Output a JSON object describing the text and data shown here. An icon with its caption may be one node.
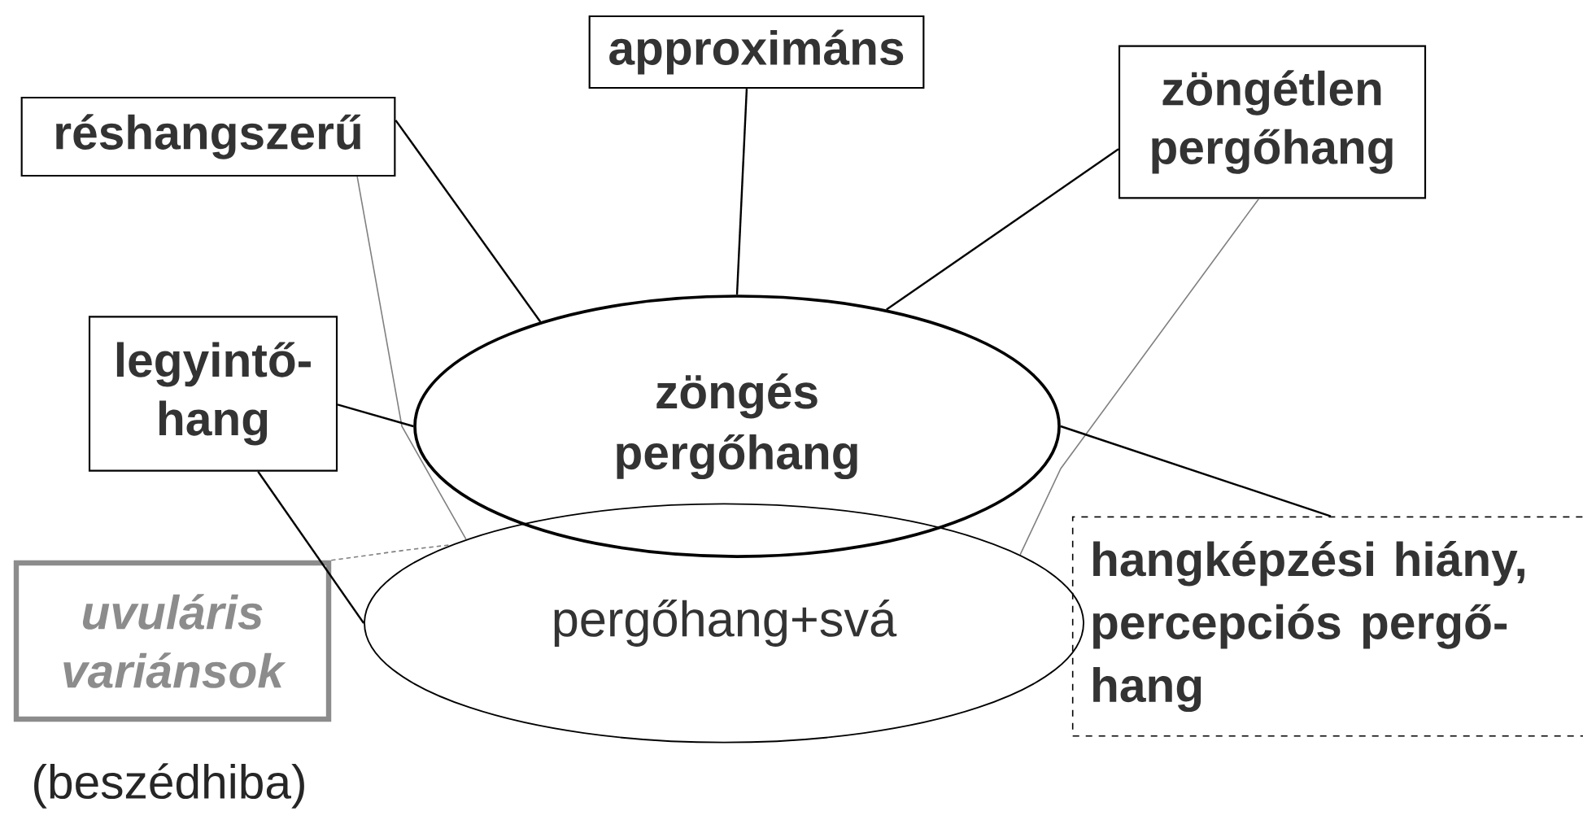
{
  "diagram": {
    "nodes": [
      {
        "text": [
          "approximáns"
        ]
      },
      {
        "text": [
          "réshangszerű"
        ]
      },
      {
        "text": [
          "zöngétlen pergőhang"
        ]
      },
      {
        "text": [
          "zöngés pergőhang"
        ]
      },
      {
        "text": [
          "legyintő-hang"
        ]
      },
      {
        "text": [
          "uvuláris variánsok"
        ],
        "beside": [
          "(beszédhiba)"
        ]
      },
      {
        "text": [
          "pergőhang+svá"
        ]
      },
      {
        "text": [
          "hangképzési hiány, percepciós pergő-hang"
        ]
      }
    ],
    "edges": [
      {
        "from": 0,
        "to": 3,
        "arrow": "none"
      },
      {
        "from": 1,
        "to": 3,
        "arrow": "none"
      },
      {
        "from": 1,
        "to": 6,
        "arrow": "none",
        "color": "#808080"
      },
      {
        "from": 2,
        "to": 3,
        "arrow": "none"
      },
      {
        "from": 2,
        "to": 6,
        "arrow": "none",
        "color": "#808080"
      },
      {
        "from": 4,
        "to": 3,
        "arrow": "none"
      },
      {
        "from": 4,
        "to": 6,
        "arrow": "none"
      },
      {
        "from": 7,
        "to": 3,
        "arrow": "none"
      },
      {
        "from": 5,
        "to": 6,
        "arrow": "none",
        "style": "dashed",
        "color": "#808080"
      }
    ]
  }
}
